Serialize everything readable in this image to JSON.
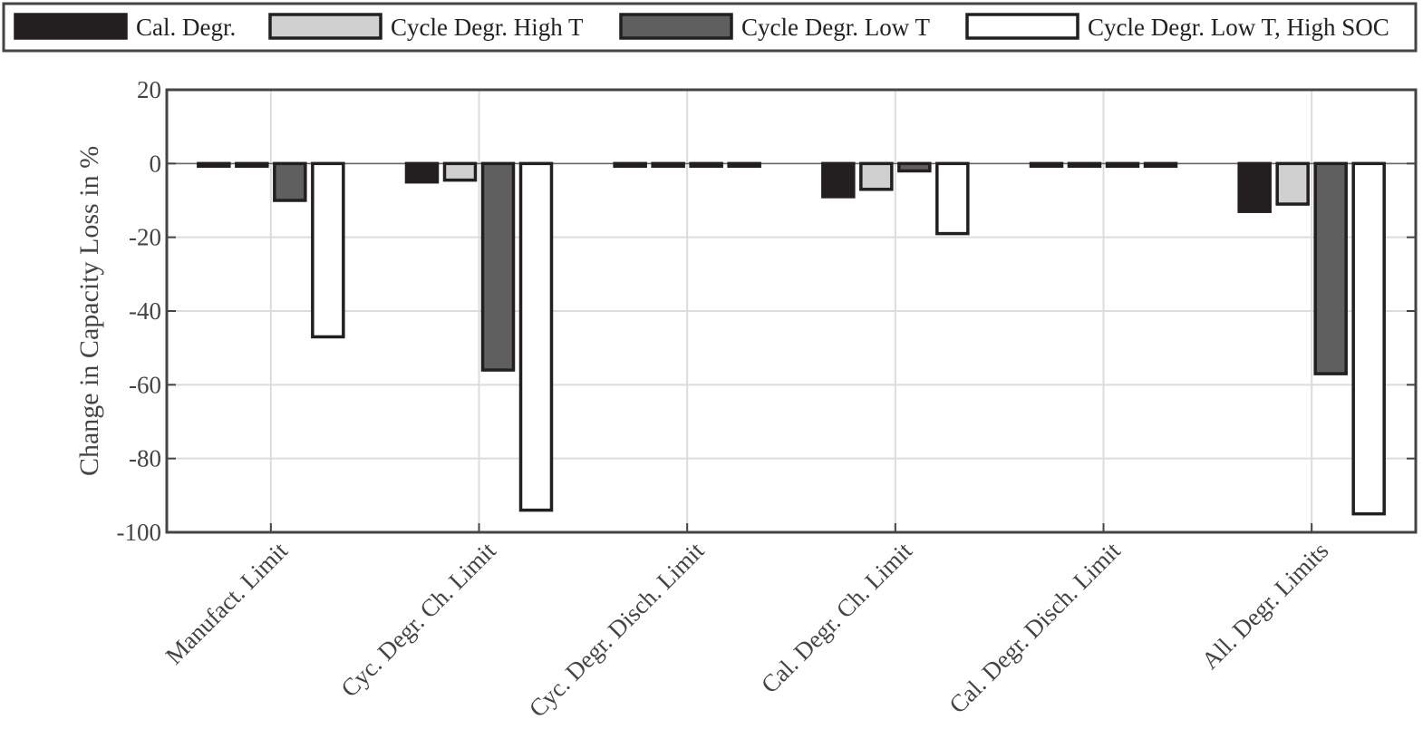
{
  "chart_data": {
    "type": "bar",
    "categories": [
      "Manufact. Limit",
      "Cyc. Degr. Ch. Limit",
      "Cyc. Degr. Disch. Limit",
      "Cal. Degr. Ch. Limit",
      "Cal. Degr. Disch. Limit",
      "All. Degr. Limits"
    ],
    "series": [
      {
        "name": "Cal. Degr.",
        "color": "#231f20",
        "values": [
          -0.5,
          -5,
          -0.3,
          -9,
          -0.3,
          -13
        ]
      },
      {
        "name": "Cycle Degr. High T",
        "color": "#d0d0d0",
        "values": [
          -0.5,
          -4.5,
          -0.3,
          -7,
          -0.5,
          -11
        ]
      },
      {
        "name": "Cycle Degr. Low T",
        "color": "#5f5f5f",
        "values": [
          -10,
          -56,
          -0.3,
          -2,
          -0.3,
          -57
        ]
      },
      {
        "name": "Cycle Degr. Low T, High SOC",
        "color": "#ffffff",
        "values": [
          -47,
          -94,
          -0.3,
          -19,
          -0.3,
          -95
        ]
      }
    ],
    "title": "",
    "xlabel": "",
    "ylabel": "Change in Capacity Loss in %",
    "ylim": [
      -100,
      20
    ],
    "yticks": [
      "20",
      "0",
      "-20",
      "-40",
      "-60",
      "-80",
      "-100"
    ],
    "grid": true,
    "legend": "top"
  }
}
